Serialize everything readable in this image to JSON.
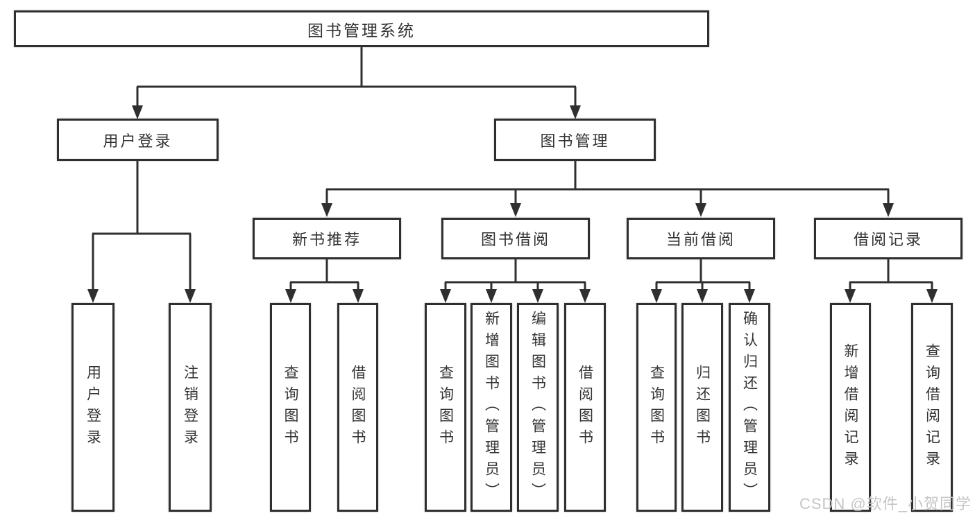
{
  "diagram": {
    "watermark": "CSDN @软件_小贺同学",
    "colors": {
      "line": "#2f2f2f",
      "text": "#333333",
      "background": "#ffffff",
      "watermark": "#c5c5c5"
    },
    "tree": {
      "label": "图书管理系统",
      "children": [
        {
          "label": "用户登录",
          "children": [
            {
              "label": "用户登录"
            },
            {
              "label": "注销登录"
            }
          ]
        },
        {
          "label": "图书管理",
          "children": [
            {
              "label": "新书推荐",
              "children": [
                {
                  "label": "查询图书"
                },
                {
                  "label": "借阅图书"
                }
              ]
            },
            {
              "label": "图书借阅",
              "children": [
                {
                  "label": "查询图书"
                },
                {
                  "label": "新增图书（管理员）"
                },
                {
                  "label": "编辑图书（管理员）"
                },
                {
                  "label": "借阅图书"
                }
              ]
            },
            {
              "label": "当前借阅",
              "children": [
                {
                  "label": "查询图书"
                },
                {
                  "label": "归还图书"
                },
                {
                  "label": "确认归还（管理员）"
                }
              ]
            },
            {
              "label": "借阅记录",
              "children": [
                {
                  "label": "新增借阅记录"
                },
                {
                  "label": "查询借阅记录"
                }
              ]
            }
          ]
        }
      ]
    }
  }
}
